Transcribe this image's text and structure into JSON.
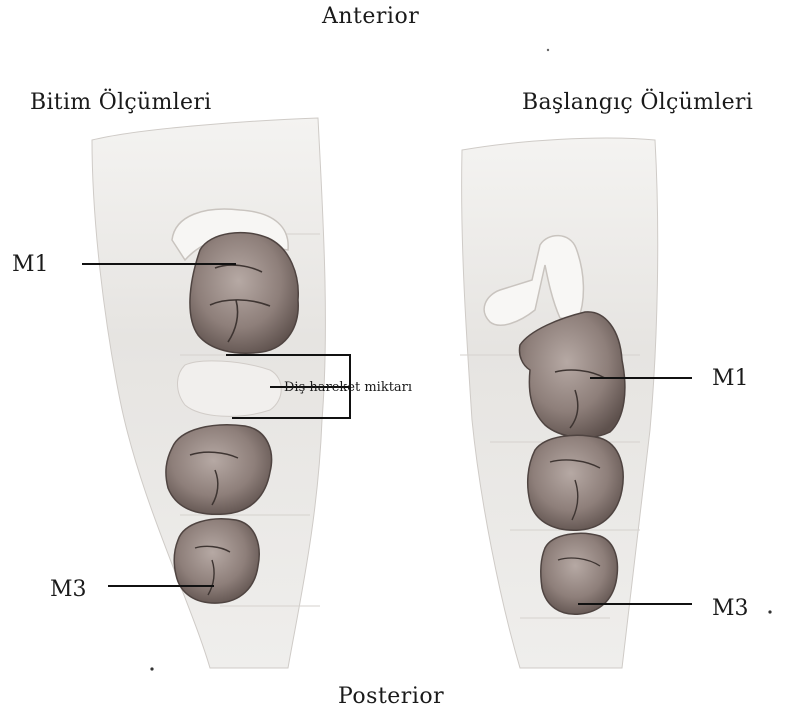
{
  "labels": {
    "anterior": "Anterior",
    "posterior": "Posterior",
    "left_header": "Bitim Ölçümleri",
    "right_header": "Başlangıç Ölçümleri",
    "left_m1": "M1",
    "left_m3": "M3",
    "right_m1": "M1",
    "right_m3": "M3",
    "movement": "Diş hareket miktarı"
  },
  "colors": {
    "line": "#111111",
    "bone": "#e9e7e4",
    "tooth": "#8e7f7a",
    "tooth_dark": "#5e514d"
  }
}
